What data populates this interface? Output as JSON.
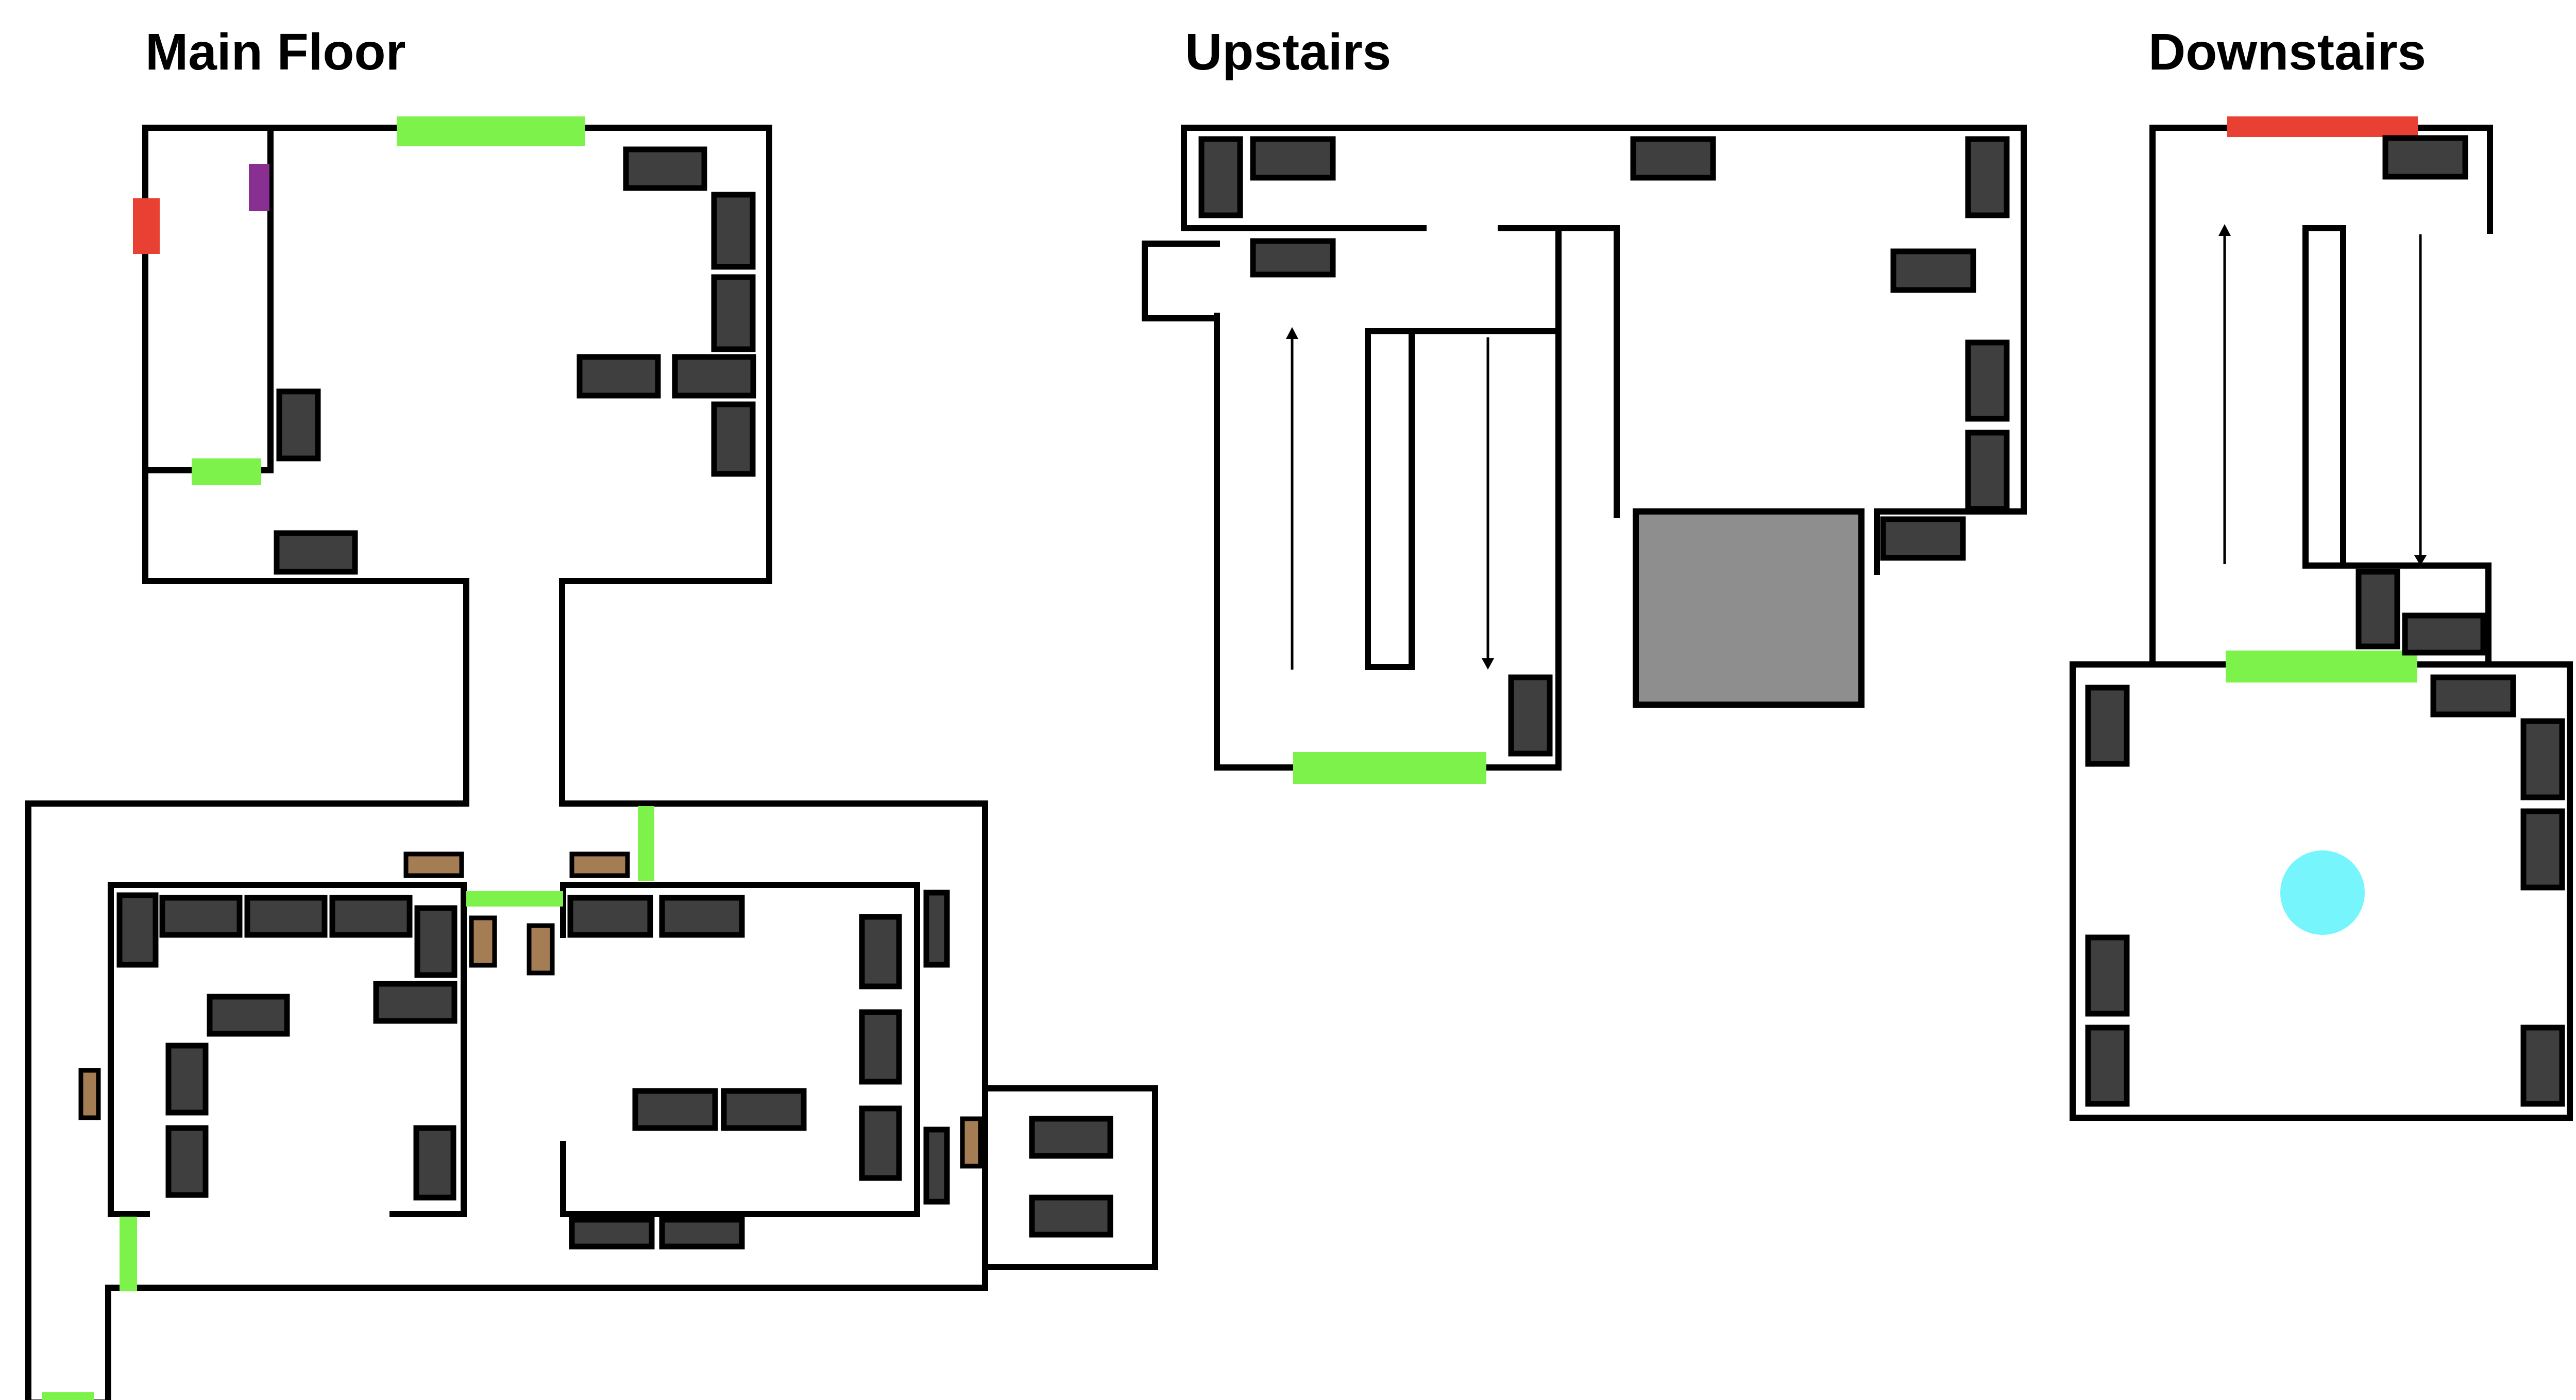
{
  "floors": {
    "main": {
      "title": "Main Floor"
    },
    "upstairs": {
      "title": "Upstairs"
    },
    "downstairs": {
      "title": "Downstairs"
    }
  },
  "colors": {
    "wall": "#000000",
    "furniture": "#3f3f3f",
    "small_furniture": "#a47d55",
    "open_door": "#7cf24b",
    "closed_door": "#e84133",
    "special_marker": "#8a2f92",
    "stairwell_void": "#8e8e8e",
    "marker_circle": "#76f5fc",
    "background": "#ffffff"
  },
  "legend_icons": {
    "arrow": "stair-direction-arrow"
  }
}
